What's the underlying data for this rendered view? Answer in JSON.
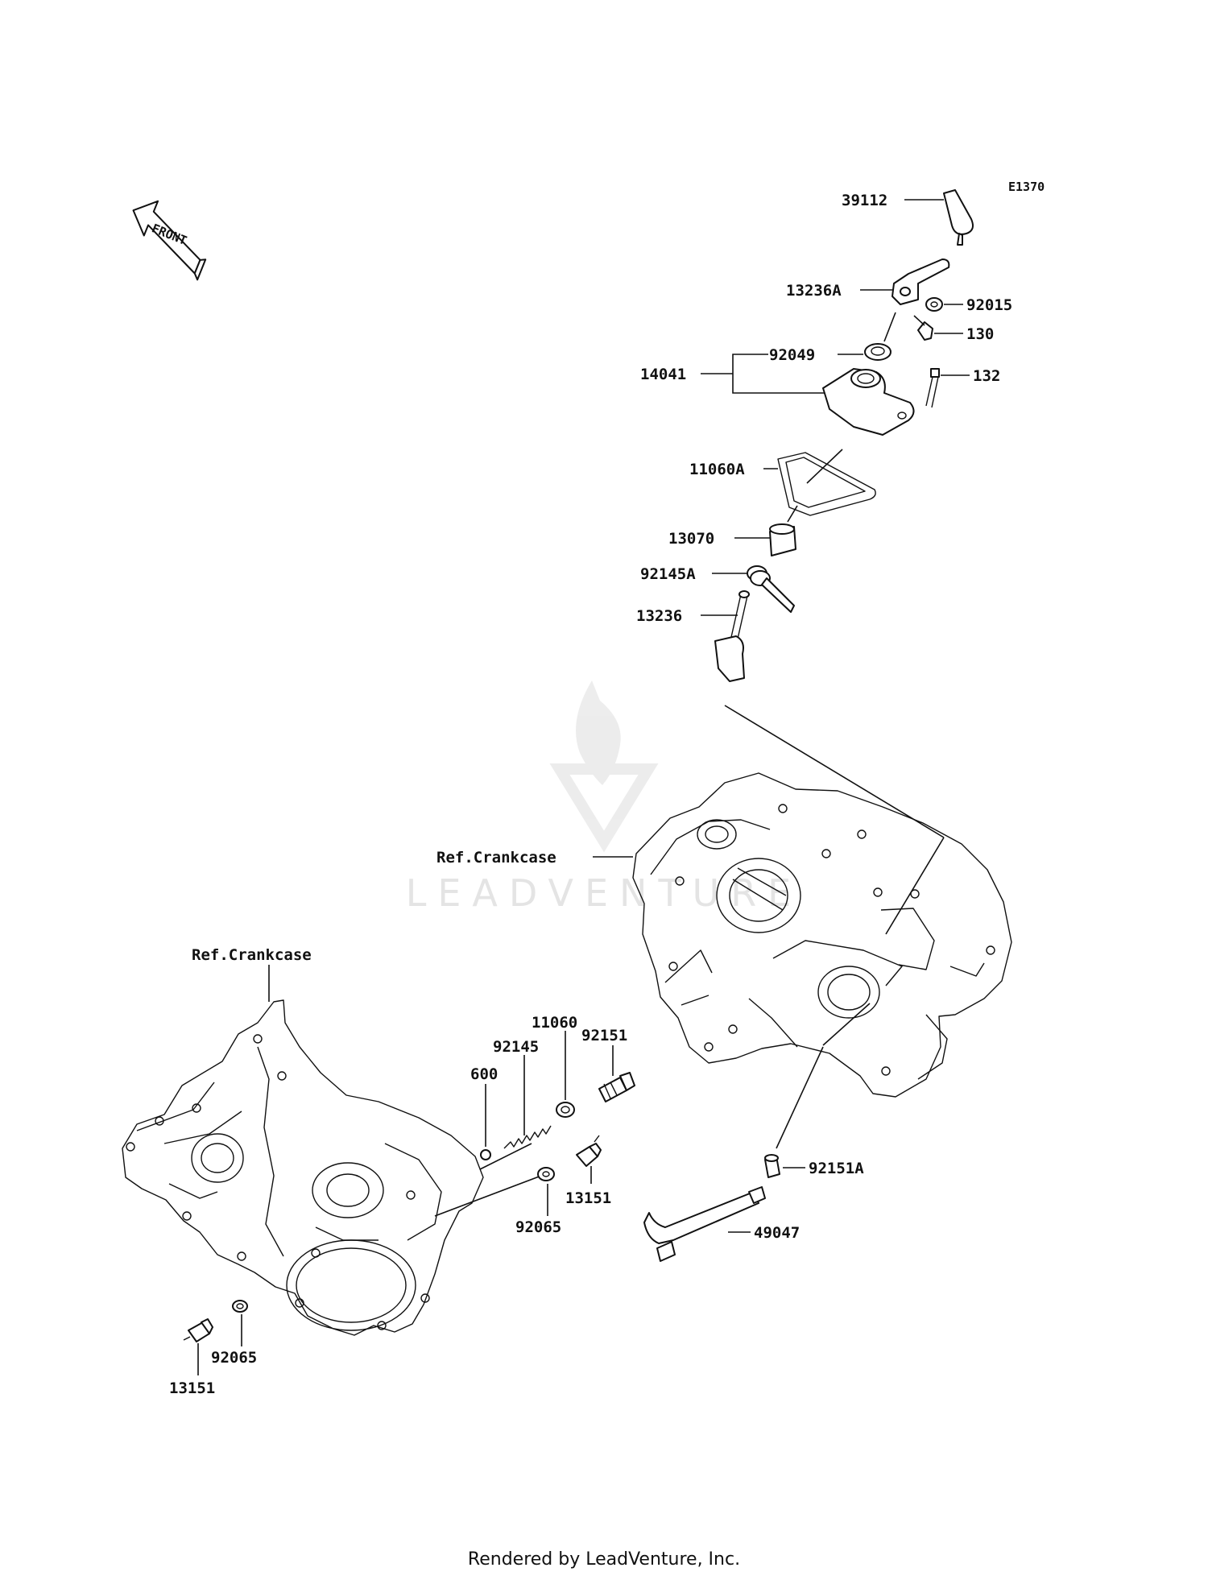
{
  "diagram_code": "E1370",
  "front_arrow_label": "FRONT",
  "callouts": {
    "p39112": "39112",
    "p13236A": "13236A",
    "p92015": "92015",
    "p130": "130",
    "p92049": "92049",
    "p14041": "14041",
    "p132": "132",
    "p11060A": "11060A",
    "p13070": "13070",
    "p92145A": "92145A",
    "p13236": "13236",
    "ref_crankcase_right": "Ref.Crankcase",
    "ref_crankcase_left": "Ref.Crankcase",
    "p92151": "92151",
    "p11060": "11060",
    "p92145": "92145",
    "p600": "600",
    "p13151_right": "13151",
    "p92065_right": "92065",
    "p92151A": "92151A",
    "p49047": "49047",
    "p92065_left": "92065",
    "p13151_left": "13151"
  },
  "watermark": "LEADVENTURE",
  "footer": "Rendered by LeadVenture, Inc."
}
